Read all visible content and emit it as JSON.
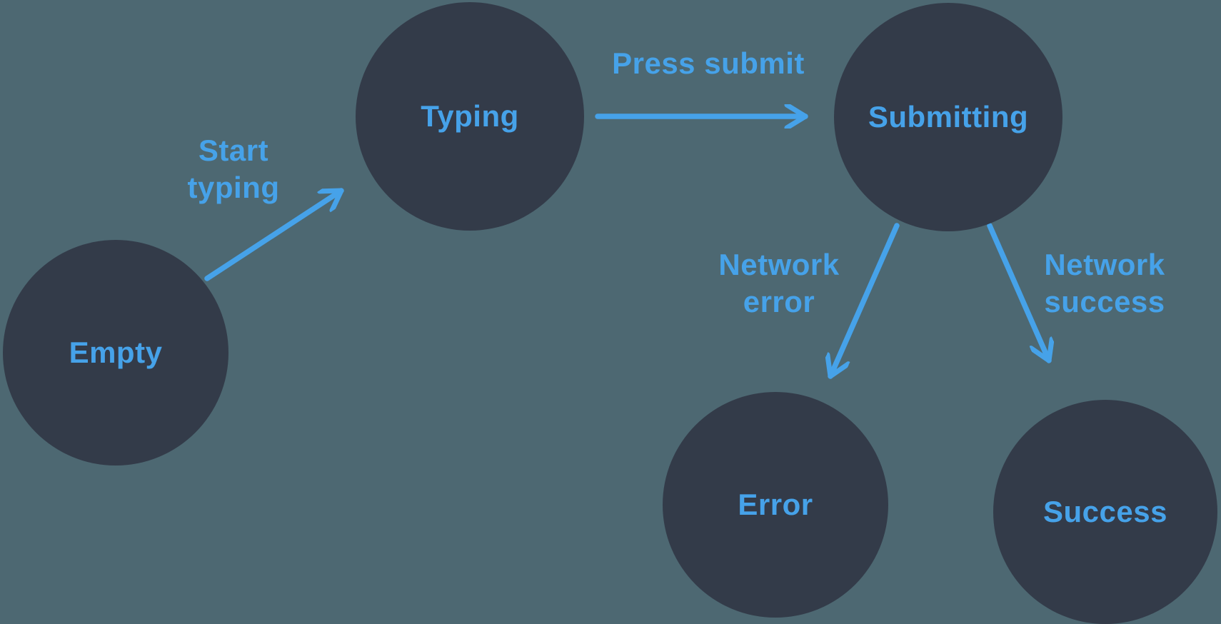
{
  "diagram": {
    "type": "state-machine",
    "colors": {
      "background": "#4D6872",
      "node_fill": "#333B49",
      "accent": "#46A2E9"
    },
    "states": [
      {
        "label": "Empty"
      },
      {
        "label": "Typing"
      },
      {
        "label": "Submitting"
      },
      {
        "label": "Error"
      },
      {
        "label": "Success"
      }
    ],
    "transitions": [
      {
        "from": "Empty",
        "to": "Typing",
        "label": "Start typing",
        "label_lines": [
          "Start",
          "typing"
        ]
      },
      {
        "from": "Typing",
        "to": "Submitting",
        "label": "Press submit",
        "label_lines": [
          "Press submit"
        ]
      },
      {
        "from": "Submitting",
        "to": "Error",
        "label": "Network error",
        "label_lines": [
          "Network",
          "error"
        ]
      },
      {
        "from": "Submitting",
        "to": "Success",
        "label": "Network success",
        "label_lines": [
          "Network",
          "success"
        ]
      }
    ]
  }
}
